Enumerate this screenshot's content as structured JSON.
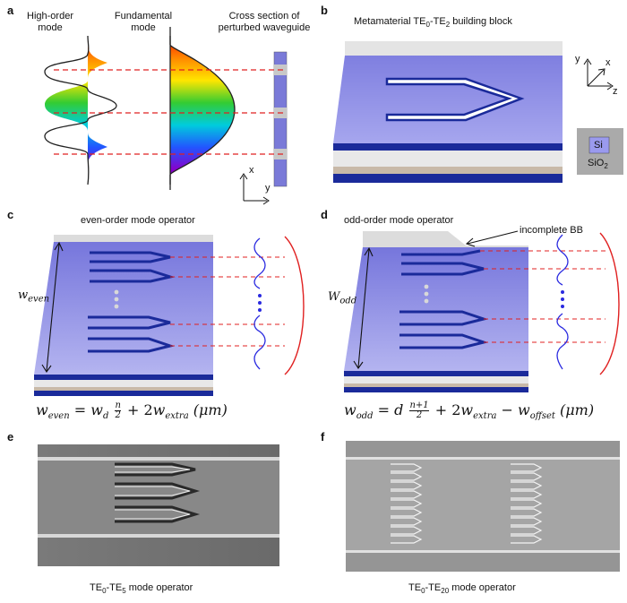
{
  "panels": {
    "a": {
      "letter": "a",
      "high_order_label": "High-order mode",
      "fundamental_label": "Fundamental mode",
      "cross_section_label": "Cross section of perturbed waveguide",
      "axis_x": "x",
      "axis_y": "y"
    },
    "b": {
      "letter": "b",
      "title_pre": "Metamaterial TE",
      "title_sub0": "0",
      "title_mid": "-TE",
      "title_sub2": "2",
      "title_post": " building block",
      "axis_y": "y",
      "axis_x": "x",
      "axis_z": "z",
      "legend_si": "Si",
      "legend_sio2_pre": "SiO",
      "legend_sio2_sub": "2"
    },
    "c": {
      "letter": "c",
      "title": "even-order mode operator",
      "width_label_main": "w",
      "width_label_sub": "even",
      "eq_lhs": "w",
      "eq_lhs_sub": "even",
      "eq_eq": "=",
      "eq_term1": "w",
      "eq_term1_sub": "d",
      "eq_frac_num": "n",
      "eq_frac_den": "2",
      "eq_plus": "+ 2",
      "eq_term2": "w",
      "eq_term2_sub": "extra",
      "eq_unit": "(μm)"
    },
    "d": {
      "letter": "d",
      "title": "odd-order mode operator",
      "annotation": "incomplete BB",
      "width_label_main": "W",
      "width_label_sub": "odd",
      "eq_lhs": "w",
      "eq_lhs_sub": "odd",
      "eq_eq": "=",
      "eq_term1": "d",
      "eq_frac_num": "n+1",
      "eq_frac_den": "2",
      "eq_plus": "+ 2",
      "eq_term2": "w",
      "eq_term2_sub": "extra",
      "eq_minus": "−",
      "eq_term3": "w",
      "eq_term3_sub": "offset",
      "eq_unit": "(μm)"
    },
    "e": {
      "letter": "e",
      "caption_pre": "TE",
      "caption_sub0": "0",
      "caption_mid": "-TE",
      "caption_sub1": "5",
      "caption_post": " mode operator"
    },
    "f": {
      "letter": "f",
      "caption_pre": "TE",
      "caption_sub0": "0",
      "caption_mid": "-TE",
      "caption_sub1": "20",
      "caption_post": " mode operator"
    }
  },
  "colors": {
    "waveguide_top": "#8a8ae0",
    "waveguide_dark": "#1a2a9a",
    "slot": "#1a2a9a",
    "dashed": "#e02020",
    "mode_curve_blue": "#2a2ae0",
    "mode_curve_red": "#e02020",
    "grey": "#d0d0d0"
  }
}
